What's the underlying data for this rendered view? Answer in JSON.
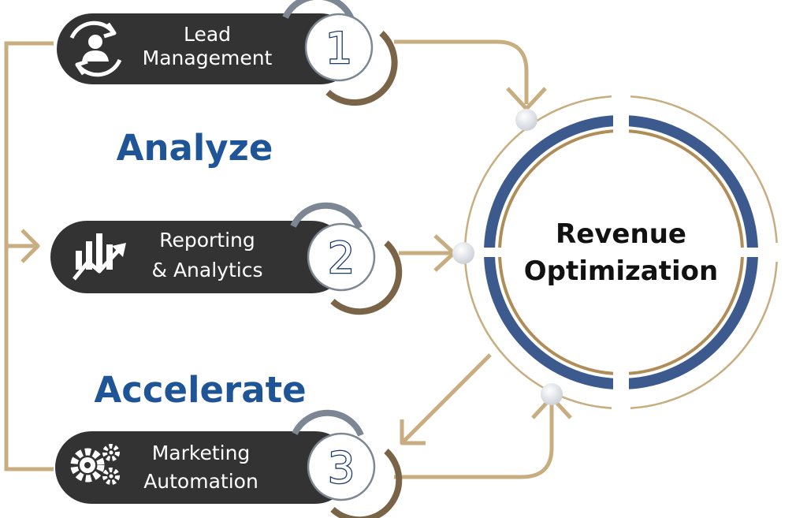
{
  "center": {
    "line1": "Revenue",
    "line2": "Optimization"
  },
  "stages": {
    "analyze": "Analyze",
    "accelerate": "Accelerate"
  },
  "steps": [
    {
      "number": "1",
      "line1": "Lead",
      "line2": "Management",
      "icon": "user-cycle-icon"
    },
    {
      "number": "2",
      "line1": "Reporting",
      "line2": "& Analytics",
      "icon": "chart-growth-icon"
    },
    {
      "number": "3",
      "line1": "Marketing",
      "line2": "Automation",
      "icon": "gears-icon"
    }
  ],
  "colors": {
    "pill": "#333333",
    "gold": "#c7ad7f",
    "navy": "#3c5a8d",
    "blue_text": "#1f5596",
    "number_outline": "#1c3a6b",
    "dark_gold": "#7a6447",
    "slate": "#7d8794"
  }
}
